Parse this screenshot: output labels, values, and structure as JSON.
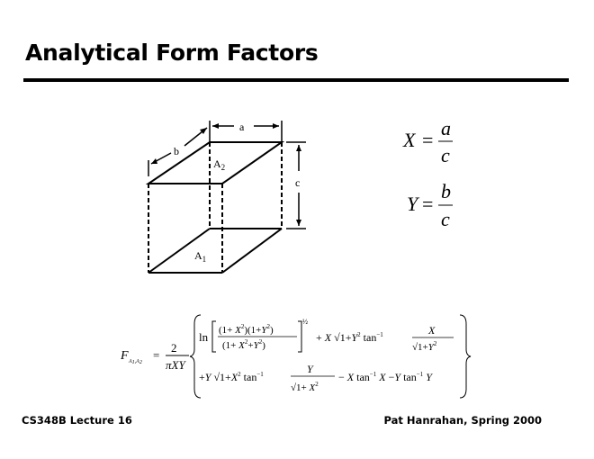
{
  "slide": {
    "title": "Analytical Form Factors",
    "footer_left": "CS348B Lecture 16",
    "footer_right": "Pat Hanrahan, Spring 2000"
  },
  "diagram": {
    "labels": {
      "a": "a",
      "b": "b",
      "c": "c",
      "A2": "A",
      "A2_sub": "2",
      "A1": "A",
      "A1_sub": "1"
    }
  },
  "definitions": {
    "x_lhs": "X",
    "x_num": "a",
    "x_den": "c",
    "y_lhs": "Y",
    "y_num": "b",
    "y_den": "c",
    "eq": "="
  },
  "formula": {
    "lhs": "F",
    "lhs_sub": "A₁,A₂",
    "coef_num": "2",
    "coef_den": "πXY",
    "line1": "ln[(1+X²)(1+Y²)/(1+X²+Y²)]^½ + X√(1+Y²) tan⁻¹ X/√(1+Y²)",
    "line2": "+Y√(1+X²) tan⁻¹ Y/√(1+X²) − X tan⁻¹ X − Y tan⁻¹ Y"
  }
}
